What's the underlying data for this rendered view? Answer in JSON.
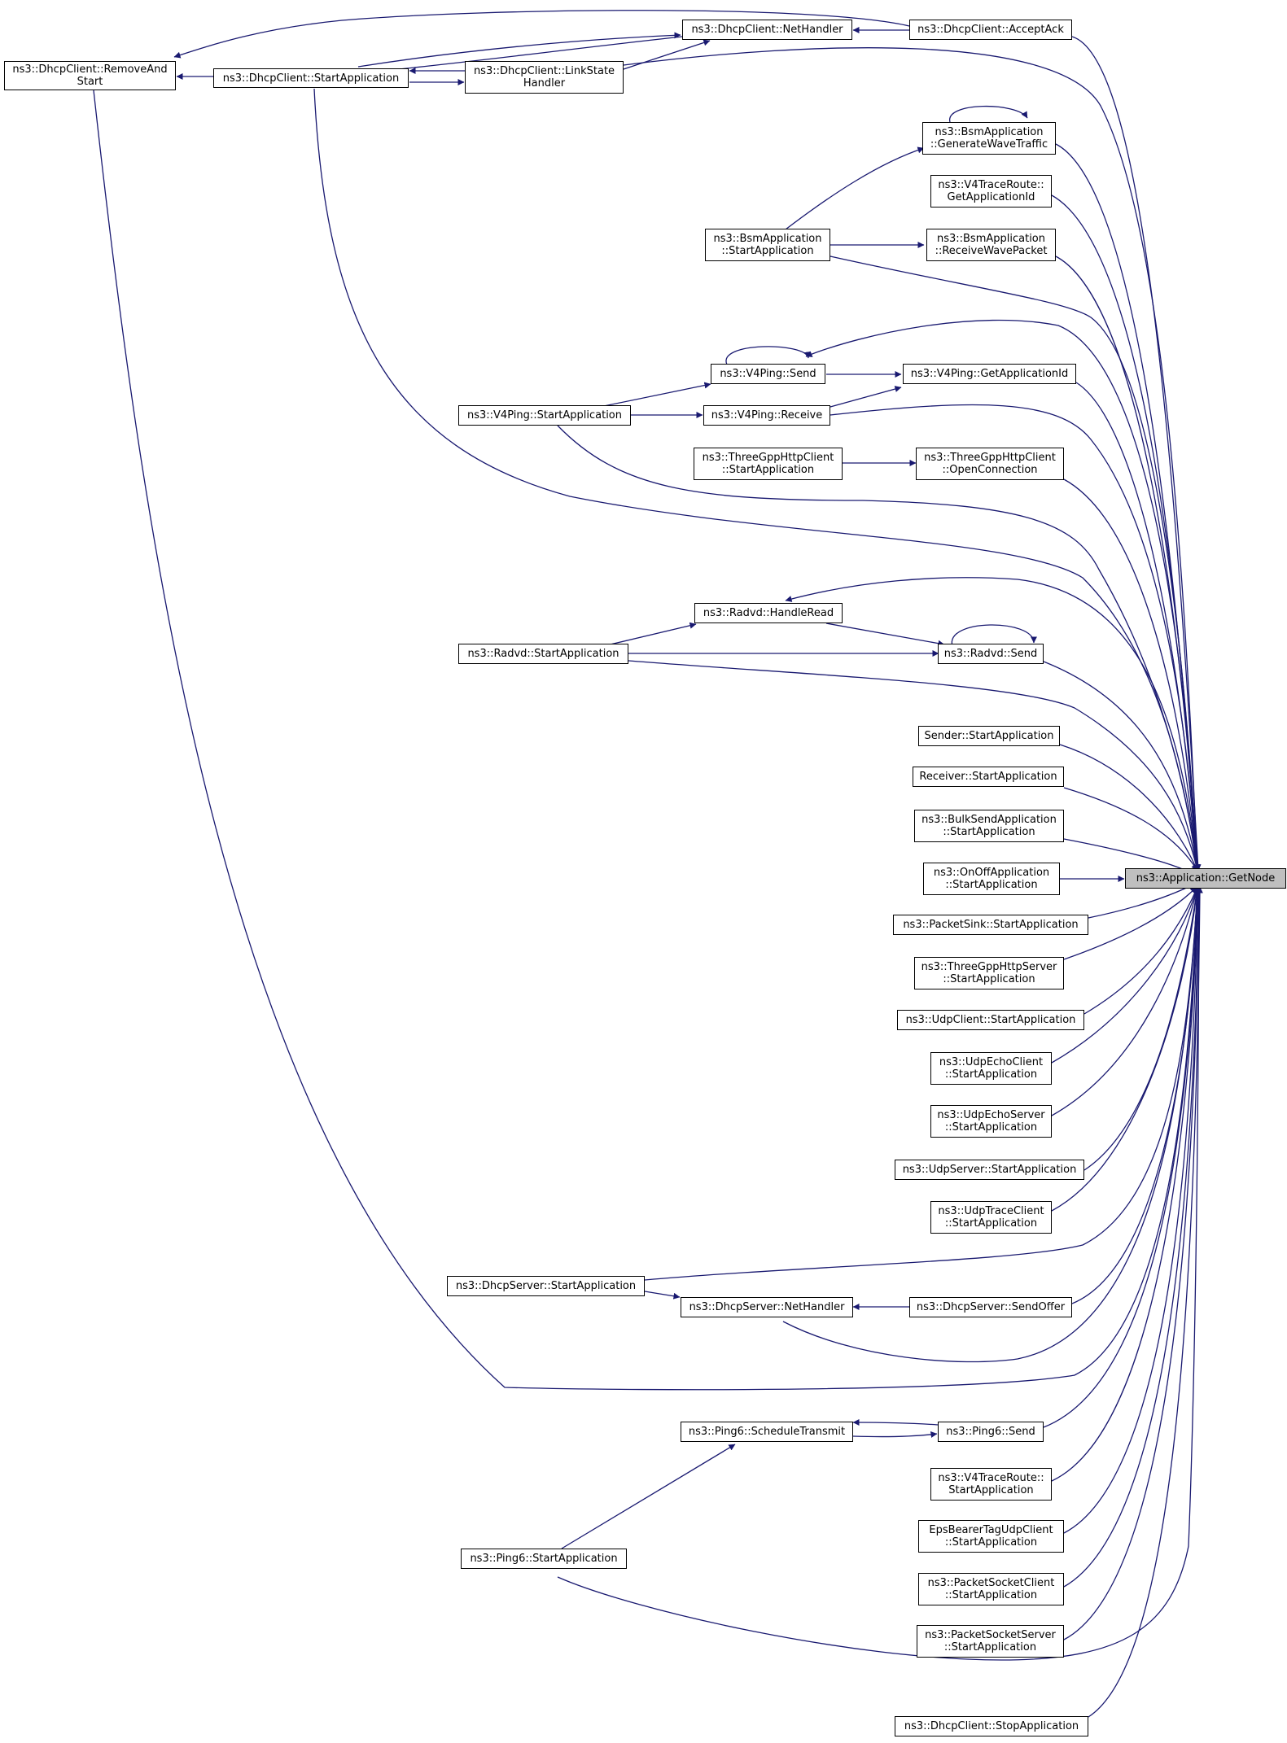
{
  "title": "ns3::Application::GetNode caller graph",
  "colors": {
    "edge": "#191970",
    "node_border": "#000000",
    "focus_fill": "#bfbfbf",
    "node_fill": "#ffffff"
  },
  "nodes": [
    {
      "id": "getnode",
      "label": "ns3::Application::GetNode",
      "focus": true
    },
    {
      "id": "dhcpc_removeandstart",
      "label": "ns3::DhcpClient::RemoveAnd\nStart"
    },
    {
      "id": "dhcpc_start",
      "label": "ns3::DhcpClient::StartApplication"
    },
    {
      "id": "dhcpc_nethandler",
      "label": "ns3::DhcpClient::NetHandler"
    },
    {
      "id": "dhcpc_linkstate",
      "label": "ns3::DhcpClient::LinkState\nHandler"
    },
    {
      "id": "dhcpc_acceptack",
      "label": "ns3::DhcpClient::AcceptAck"
    },
    {
      "id": "bsm_genwave",
      "label": "ns3::BsmApplication\n::GenerateWaveTraffic"
    },
    {
      "id": "v4tr_getappid",
      "label": "ns3::V4TraceRoute::\nGetApplicationId"
    },
    {
      "id": "bsm_start",
      "label": "ns3::BsmApplication\n::StartApplication"
    },
    {
      "id": "bsm_recv",
      "label": "ns3::BsmApplication\n::ReceiveWavePacket"
    },
    {
      "id": "v4ping_send",
      "label": "ns3::V4Ping::Send"
    },
    {
      "id": "v4ping_getappid",
      "label": "ns3::V4Ping::GetApplicationId"
    },
    {
      "id": "v4ping_start",
      "label": "ns3::V4Ping::StartApplication"
    },
    {
      "id": "v4ping_recv",
      "label": "ns3::V4Ping::Receive"
    },
    {
      "id": "tghttpc_start",
      "label": "ns3::ThreeGppHttpClient\n::StartApplication"
    },
    {
      "id": "tghttpc_open",
      "label": "ns3::ThreeGppHttpClient\n::OpenConnection"
    },
    {
      "id": "radvd_handleread",
      "label": "ns3::Radvd::HandleRead"
    },
    {
      "id": "radvd_start",
      "label": "ns3::Radvd::StartApplication"
    },
    {
      "id": "radvd_send",
      "label": "ns3::Radvd::Send"
    },
    {
      "id": "sender_start",
      "label": "Sender::StartApplication"
    },
    {
      "id": "receiver_start",
      "label": "Receiver::StartApplication"
    },
    {
      "id": "bulksend_start",
      "label": "ns3::BulkSendApplication\n::StartApplication"
    },
    {
      "id": "onoff_start",
      "label": "ns3::OnOffApplication\n::StartApplication"
    },
    {
      "id": "packetsink_start",
      "label": "ns3::PacketSink::StartApplication"
    },
    {
      "id": "tghttps_start",
      "label": "ns3::ThreeGppHttpServer\n::StartApplication"
    },
    {
      "id": "udpclient_start",
      "label": "ns3::UdpClient::StartApplication"
    },
    {
      "id": "udpechoc_start",
      "label": "ns3::UdpEchoClient\n::StartApplication"
    },
    {
      "id": "udpechos_start",
      "label": "ns3::UdpEchoServer\n::StartApplication"
    },
    {
      "id": "udpserver_start",
      "label": "ns3::UdpServer::StartApplication"
    },
    {
      "id": "udptrace_start",
      "label": "ns3::UdpTraceClient\n::StartApplication"
    },
    {
      "id": "dhcps_start",
      "label": "ns3::DhcpServer::StartApplication"
    },
    {
      "id": "dhcps_nethandler",
      "label": "ns3::DhcpServer::NetHandler"
    },
    {
      "id": "dhcps_sendoffer",
      "label": "ns3::DhcpServer::SendOffer"
    },
    {
      "id": "ping6_sched",
      "label": "ns3::Ping6::ScheduleTransmit"
    },
    {
      "id": "ping6_send",
      "label": "ns3::Ping6::Send"
    },
    {
      "id": "v4tr_start",
      "label": "ns3::V4TraceRoute::\nStartApplication"
    },
    {
      "id": "epsbearer_start",
      "label": "EpsBearerTagUdpClient\n::StartApplication"
    },
    {
      "id": "psc_start",
      "label": "ns3::PacketSocketClient\n::StartApplication"
    },
    {
      "id": "pss_start",
      "label": "ns3::PacketSocketServer\n::StartApplication"
    },
    {
      "id": "ping6_start",
      "label": "ns3::Ping6::StartApplication"
    },
    {
      "id": "dhcpc_stop",
      "label": "ns3::DhcpClient::StopApplication"
    }
  ]
}
